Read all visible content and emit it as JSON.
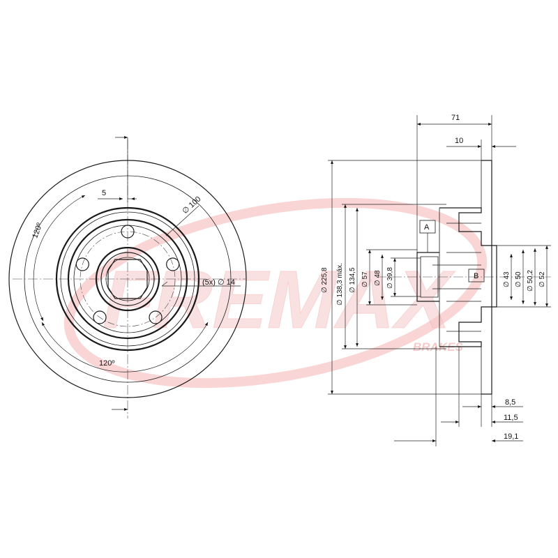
{
  "watermark": {
    "brand": "FREMAX",
    "sub": "BRAKES",
    "color": "#f2a9a9"
  },
  "front_view": {
    "pcd": "∅ 100",
    "holes": "(5x) ∅ 14",
    "offset": "5",
    "angle_top": "120º",
    "angle_bottom": "120º"
  },
  "side_view": {
    "dim_71": "71",
    "dim_10": "10",
    "d_225_8": "∅ 225,8",
    "d_138_3": "∅ 138,3 máx.",
    "d_134_5": "∅ 134,5",
    "d_57": "∅ 57",
    "d_48": "∅ 48",
    "d_39_8": "∅ 39,8",
    "d_43": "∅ 43",
    "d_50": "∅ 50",
    "d_50_2": "∅ 50,2",
    "d_52": "∅ 52",
    "dim_8_5": "8,5",
    "dim_11_5": "11,5",
    "dim_19_1": "19,1",
    "label_a": "A",
    "label_b": "B"
  }
}
